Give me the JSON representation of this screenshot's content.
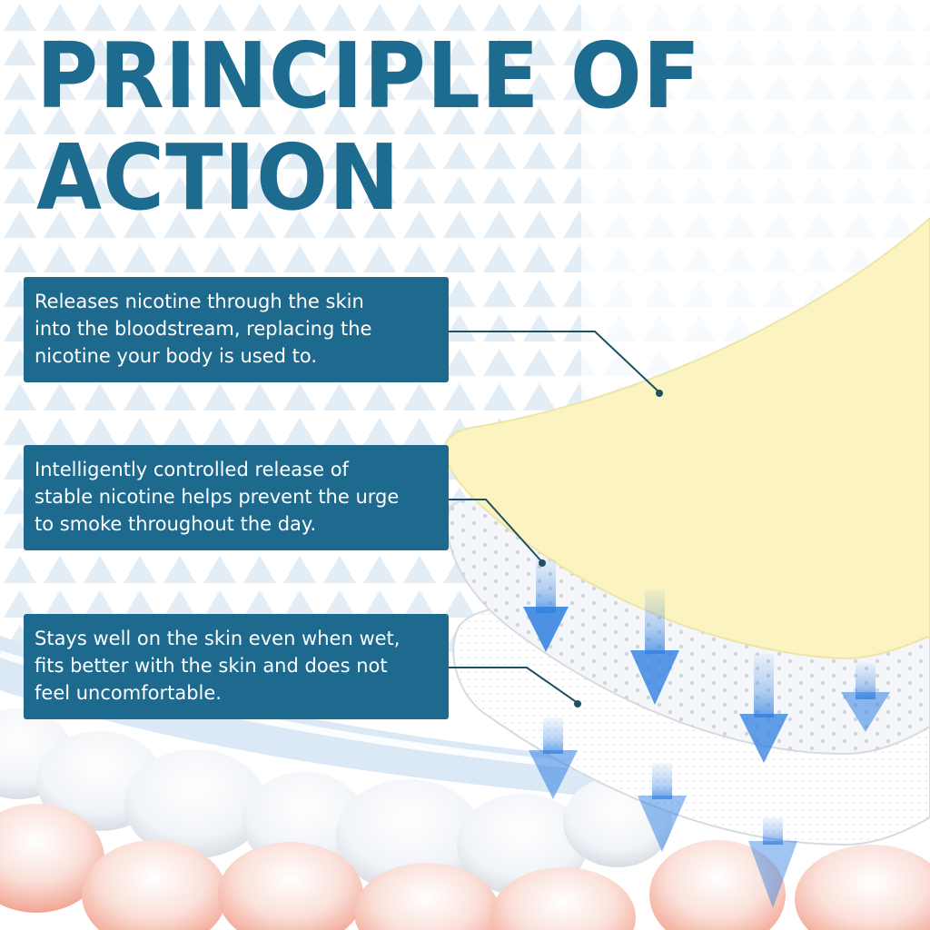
{
  "title": {
    "line1": "PRINCIPLE OF",
    "line2": "ACTION"
  },
  "callouts": [
    {
      "lines": [
        "Releases nicotine through the skin",
        "into the bloodstream, replacing the",
        "nicotine your body is used to."
      ]
    },
    {
      "lines": [
        "Intelligently controlled release of",
        "stable nicotine helps prevent the urge",
        "to smoke throughout the day."
      ]
    },
    {
      "lines": [
        "Stays well on the skin even when wet,",
        "fits better with the skin and does not",
        "feel uncomfortable."
      ]
    }
  ],
  "colors": {
    "title": "#1d6b8e",
    "callout_bg": "#1e6a8f",
    "patch_top": "#fbf3c0",
    "arrow": "#2f7fe0",
    "skin_cell": "#f2a895"
  }
}
